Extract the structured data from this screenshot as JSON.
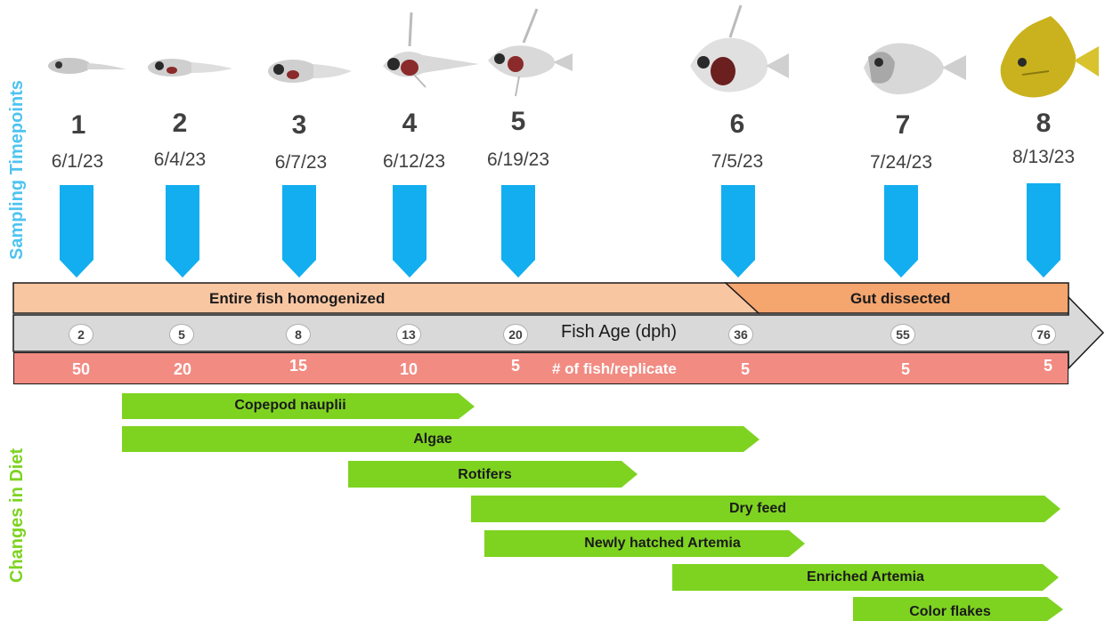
{
  "side_labels": {
    "timepoints": "Sampling Timepoints",
    "diet": "Changes in Diet"
  },
  "colors": {
    "marker": "#13aef0",
    "homogenized_band": "#f9c6a2",
    "gut_band": "#f5a56e",
    "age_band": "#d9d9d9",
    "count_band": "#f28b82",
    "diet_arrow": "#7ed321",
    "timepoints_label": "#4ec3f0",
    "diet_label": "#7ed321"
  },
  "timepoints": [
    {
      "num": "1",
      "date": "6/1/23",
      "age": "2",
      "fish_count": "50"
    },
    {
      "num": "2",
      "date": "6/4/23",
      "age": "5",
      "fish_count": "20"
    },
    {
      "num": "3",
      "date": "6/7/23",
      "age": "8",
      "fish_count": "15"
    },
    {
      "num": "4",
      "date": "6/12/23",
      "age": "13",
      "fish_count": "10"
    },
    {
      "num": "5",
      "date": "6/19/23",
      "age": "20",
      "fish_count": "5"
    },
    {
      "num": "6",
      "date": "7/5/23",
      "age": "36",
      "fish_count": "5"
    },
    {
      "num": "7",
      "date": "7/24/23",
      "age": "55",
      "fish_count": "5"
    },
    {
      "num": "8",
      "date": "8/13/23",
      "age": "76",
      "fish_count": "5"
    }
  ],
  "bands": {
    "homogenized": "Entire fish homogenized",
    "gut": "Gut dissected",
    "age_label": "Fish Age (dph)",
    "count_label": "# of fish/replicate"
  },
  "diet": [
    {
      "label": "Copepod nauplii"
    },
    {
      "label": "Algae"
    },
    {
      "label": "Rotifers"
    },
    {
      "label": "Dry feed"
    },
    {
      "label": "Newly hatched Artemia"
    },
    {
      "label": "Enriched Artemia"
    },
    {
      "label": "Color flakes"
    }
  ]
}
